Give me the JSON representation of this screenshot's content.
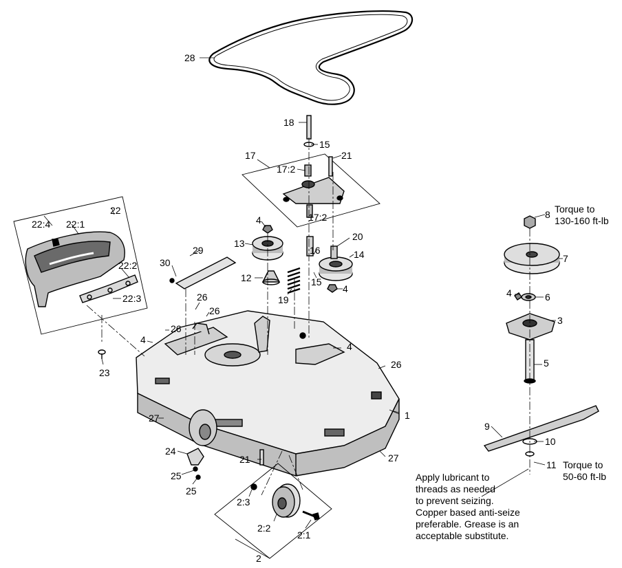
{
  "callouts": [
    {
      "id": "1",
      "text": "1"
    },
    {
      "id": "2",
      "text": "2"
    },
    {
      "id": "2-1",
      "text": "2:1"
    },
    {
      "id": "2-2",
      "text": "2:2"
    },
    {
      "id": "2-3",
      "text": "2:3"
    },
    {
      "id": "3",
      "text": "3"
    },
    {
      "id": "4a",
      "text": "4"
    },
    {
      "id": "4b",
      "text": "4"
    },
    {
      "id": "4c",
      "text": "4"
    },
    {
      "id": "4d",
      "text": "4"
    },
    {
      "id": "4e",
      "text": "4"
    },
    {
      "id": "5",
      "text": "5"
    },
    {
      "id": "6",
      "text": "6"
    },
    {
      "id": "7",
      "text": "7"
    },
    {
      "id": "8",
      "text": "8"
    },
    {
      "id": "9",
      "text": "9"
    },
    {
      "id": "10",
      "text": "10"
    },
    {
      "id": "11",
      "text": "11"
    },
    {
      "id": "12",
      "text": "12"
    },
    {
      "id": "13",
      "text": "13"
    },
    {
      "id": "14",
      "text": "14"
    },
    {
      "id": "15a",
      "text": "15"
    },
    {
      "id": "15b",
      "text": "15"
    },
    {
      "id": "16",
      "text": "16"
    },
    {
      "id": "17",
      "text": "17"
    },
    {
      "id": "17-2a",
      "text": "17:2"
    },
    {
      "id": "17-2b",
      "text": "17:2"
    },
    {
      "id": "18",
      "text": "18"
    },
    {
      "id": "19",
      "text": "19"
    },
    {
      "id": "20",
      "text": "20"
    },
    {
      "id": "21a",
      "text": "21"
    },
    {
      "id": "21b",
      "text": "21"
    },
    {
      "id": "22",
      "text": "22"
    },
    {
      "id": "22-1",
      "text": "22:1"
    },
    {
      "id": "22-2",
      "text": "22:2"
    },
    {
      "id": "22-3",
      "text": "22:3"
    },
    {
      "id": "22-4",
      "text": "22:4"
    },
    {
      "id": "23",
      "text": "23"
    },
    {
      "id": "24",
      "text": "24"
    },
    {
      "id": "25a",
      "text": "25"
    },
    {
      "id": "25b",
      "text": "25"
    },
    {
      "id": "26a",
      "text": "26"
    },
    {
      "id": "26b",
      "text": "26"
    },
    {
      "id": "26c",
      "text": "26"
    },
    {
      "id": "26d",
      "text": "26"
    },
    {
      "id": "27a",
      "text": "27"
    },
    {
      "id": "27b",
      "text": "27"
    },
    {
      "id": "28",
      "text": "28"
    },
    {
      "id": "29",
      "text": "29"
    },
    {
      "id": "30",
      "text": "30"
    }
  ],
  "torque_notes": {
    "upper": {
      "line1": "Torque to",
      "line2": "130-160 ft-lb"
    },
    "lower": {
      "line1": "Torque to",
      "line2": "50-60 ft-lb"
    }
  },
  "lubricant_note": [
    "Apply lubricant to",
    "threads as needed",
    "to prevent seizing.",
    "Copper based anti-seize",
    "preferable. Grease is an",
    "acceptable substitute."
  ],
  "colors": {
    "line": "#000000",
    "shade": "#9a9a9a",
    "light": "#d9d9d9",
    "dark": "#3a3a3a"
  }
}
